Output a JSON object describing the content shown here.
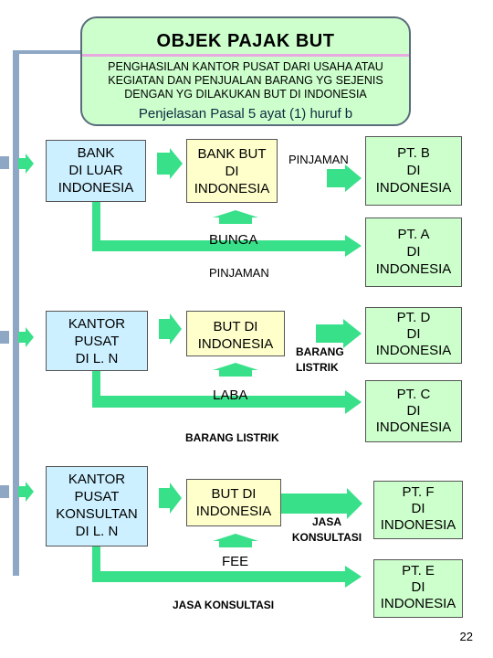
{
  "header": {
    "title": "OBJEK PAJAK BUT",
    "line1": "PENGHASILAN KANTOR PUSAT DARI USAHA ATAU",
    "line2": "KEGIATAN DAN PENJUALAN BARANG YG SEJENIS",
    "line3": "DENGAN YG DILAKUKAN BUT DI INDONESIA",
    "subtitle": "Penjelasan Pasal 5 ayat (1) huruf  b"
  },
  "row1": {
    "source": [
      "BANK",
      "DI LUAR",
      "INDONESIA"
    ],
    "but": [
      "BANK BUT",
      "DI",
      "INDONESIA"
    ],
    "transaction_label": "PINJAMAN",
    "pt_top": [
      "PT. B",
      "DI",
      "INDONESIA"
    ],
    "pt_bottom": [
      "PT. A",
      "DI",
      "INDONESIA"
    ],
    "income_label": "BUNGA",
    "flow_label": "PINJAMAN"
  },
  "row2": {
    "source": [
      "KANTOR",
      "PUSAT",
      "DI L. N"
    ],
    "but": [
      "BUT DI",
      "INDONESIA"
    ],
    "transaction_label": [
      "BARANG",
      "LISTRIK"
    ],
    "pt_top": [
      "PT. D",
      "DI",
      "INDONESIA"
    ],
    "pt_bottom": [
      "PT. C",
      "DI",
      "INDONESIA"
    ],
    "income_label": "LABA",
    "flow_label": "BARANG LISTRIK"
  },
  "row3": {
    "source": [
      "KANTOR",
      "PUSAT",
      "KONSULTAN",
      "DI L. N"
    ],
    "but": [
      "BUT DI",
      "INDONESIA"
    ],
    "transaction_label": [
      "JASA",
      "KONSULTASI"
    ],
    "pt_top": [
      "PT. F",
      "DI",
      "INDONESIA"
    ],
    "pt_bottom": [
      "PT. E",
      "DI",
      "INDONESIA"
    ],
    "income_label": "FEE",
    "flow_label": "JASA KONSULTASI"
  },
  "page_number": "22",
  "colors": {
    "arrow_green": "#39e08a",
    "header_fill": "#ccffcc",
    "source_fill": "#ccf0ff",
    "but_fill": "#ffffcc",
    "pt_fill": "#ccffcc",
    "trunk": "#8da7c4"
  }
}
